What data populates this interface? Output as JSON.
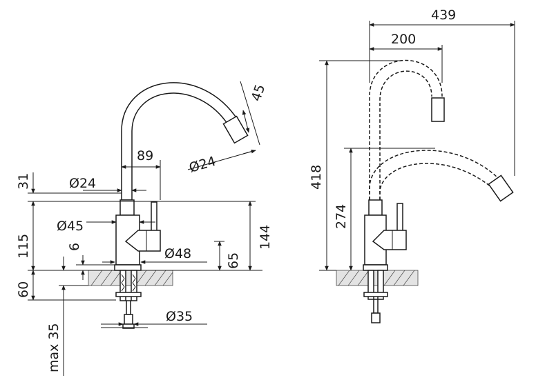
{
  "dimensions": {
    "d_31": "31",
    "d_24_top": "Ø24",
    "d_89": "89",
    "d_45_angle": "45",
    "d_24_spout": "Ø24",
    "d_45_body": "Ø45",
    "d_115": "115",
    "d_6": "6",
    "d_48": "Ø48",
    "d_65": "65",
    "d_144": "144",
    "d_60": "60",
    "d_max35": "max 35",
    "d_35": "Ø35",
    "d_439": "439",
    "d_200": "200",
    "d_418": "418",
    "d_274": "274"
  },
  "colors": {
    "line": "#1a1a1a",
    "counter": "#e3e3e3"
  }
}
